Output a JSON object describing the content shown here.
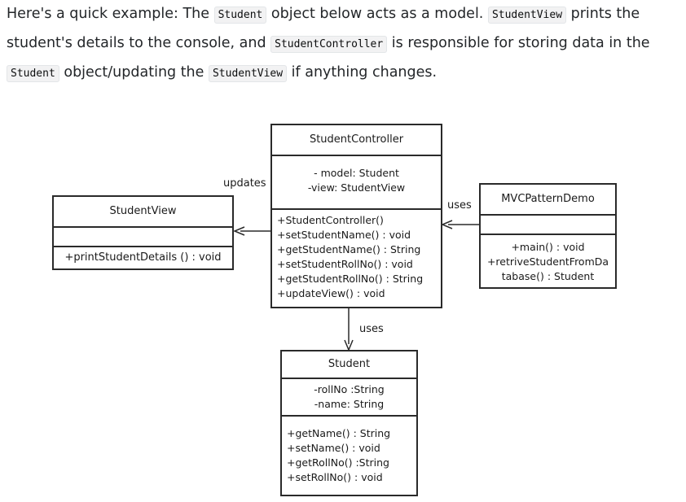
{
  "intro": {
    "t1": "Here's a quick example: The ",
    "c1": "Student",
    "t2": " object below acts as a model. ",
    "c2": "StudentView",
    "t3": " prints the student's details to the console, and ",
    "c3": "StudentController",
    "t4": " is responsible for storing data in the ",
    "c4": "Student",
    "t5": " object/updating the ",
    "c5": "StudentView",
    "t6": " if anything changes."
  },
  "diagram": {
    "controller": {
      "name": "StudentController",
      "attributes": [
        "- model: Student",
        "-view: StudentView"
      ],
      "methods": [
        "+StudentController()",
        "+setStudentName() : void",
        "+getStudentName() : String",
        "+setStudentRollNo() : void",
        "+getStudentRollNo() : String",
        "+updateView() : void"
      ]
    },
    "view": {
      "name": "StudentView",
      "methods": [
        "+printStudentDetails () : void"
      ]
    },
    "demo": {
      "name": "MVCPatternDemo",
      "methods": [
        "+main() : void",
        "+retriveStudentFromDa",
        "tabase() : Student"
      ]
    },
    "student": {
      "name": "Student",
      "attributes": [
        "-rollNo :String",
        "-name: String"
      ],
      "methods": [
        "+getName() : String",
        "+setName() : void",
        "+getRollNo() :String",
        "+setRollNo() : void"
      ]
    },
    "labels": {
      "updates": "updates",
      "uses_demo": "uses",
      "uses_student": "uses"
    }
  }
}
